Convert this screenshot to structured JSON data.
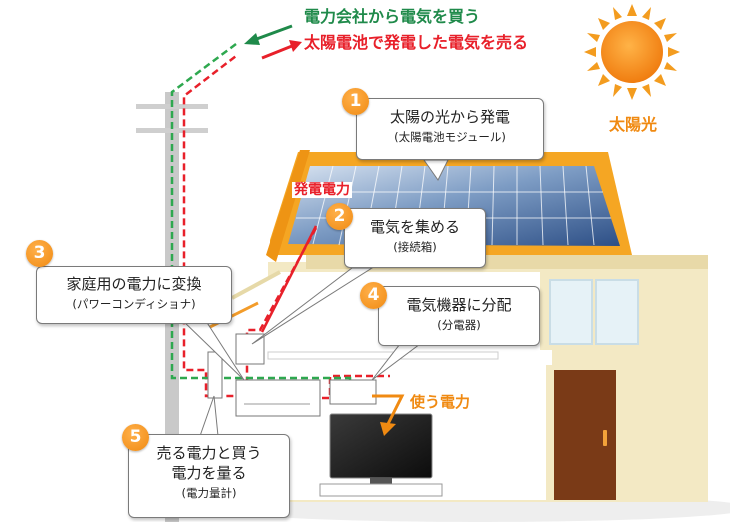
{
  "header": {
    "buy_text": "電力会社から電気を買う",
    "sell_text": "太陽電池で発電した電気を売る"
  },
  "sun": {
    "label": "太陽光"
  },
  "flow_labels": {
    "generated_power": "発電電力",
    "used_power": "使う電力"
  },
  "steps": [
    {
      "number": "1",
      "title": "太陽の光から発電",
      "detail": "(太陽電池モジュール)"
    },
    {
      "number": "2",
      "title": "電気を集める",
      "detail": "(接続箱)"
    },
    {
      "number": "3",
      "title": "家庭用の電力に変換",
      "detail": "(パワーコンディショナ)"
    },
    {
      "number": "4",
      "title": "電気機器に分配",
      "detail": "(分電器)"
    },
    {
      "number": "5",
      "title": "売る電力と買う",
      "title2": "電力を量る",
      "detail": "(電力量計)"
    }
  ],
  "colors": {
    "buy_green": "#1f8a4a",
    "sell_red": "#e8202a",
    "accent_orange": "#f08a12",
    "roof_orange": "#f5a623",
    "panel_blue": "#4a6fa0",
    "wall_beige": "#f3e9c4"
  }
}
